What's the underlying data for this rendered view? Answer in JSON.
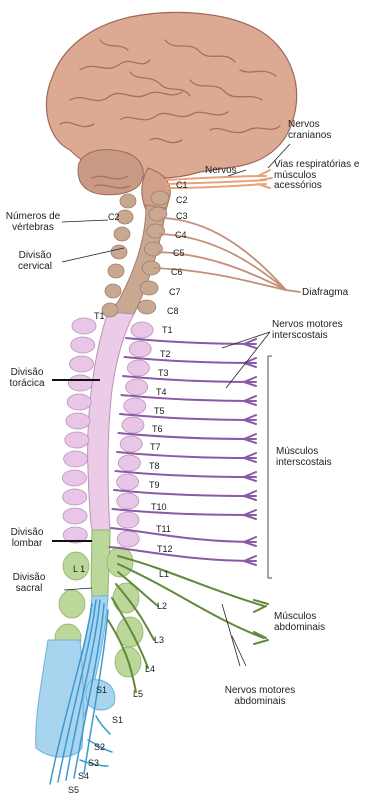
{
  "labels": {
    "nervos_cranianos": "Nervos cranianos",
    "nervos": "Nervos",
    "vias": "Vias respiratórias e músculos acessórios",
    "numeros": "Números de vértebras",
    "div_cervical": "Divisão cervical",
    "diafragma": "Diafragma",
    "motores_inter": "Nervos motores interscostais",
    "div_toracica": "Divisão torácica",
    "musc_inter": "Músculos interscostais",
    "div_lombar": "Divisão lombar",
    "div_sacral": "Divisão sacral",
    "musc_abd": "Músculos abdominais",
    "motores_abd": "Nervos motores abdominais"
  },
  "segments": {
    "C1": "C1",
    "C2": "C2",
    "C2v": "C2",
    "C3": "C3",
    "C4": "C4",
    "C5": "C5",
    "C6": "C6",
    "C7": "C7",
    "C8": "C8",
    "T1v": "T1",
    "T1": "T1",
    "T2": "T2",
    "T3": "T3",
    "T4": "T4",
    "T5": "T5",
    "T6": "T6",
    "T7": "T7",
    "T8": "T8",
    "T9": "T9",
    "T10": "T10",
    "T11": "T11",
    "T12": "T12",
    "L1v": "L 1",
    "L1": "L1",
    "L2": "L2",
    "L3": "L3",
    "L4": "L4",
    "L5": "L5",
    "S1v": "S1",
    "S1": "S1",
    "S2": "S2",
    "S3": "S3",
    "S4": "S4",
    "S5": "S5"
  },
  "colors": {
    "brain": "#d9a890",
    "brain_dark": "#a8705c",
    "cervical": "#c9a892",
    "cervical_nerve": "#c48f78",
    "thoracic": "#e9c6e7",
    "thoracic_nerve": "#8a5aa8",
    "lumbar": "#bcd79a",
    "lumbar_nerve": "#5f8a3a",
    "sacral": "#a9d4ef",
    "sacral_nerve": "#3b9ad0",
    "resp_nerve": "#e8a27c"
  }
}
